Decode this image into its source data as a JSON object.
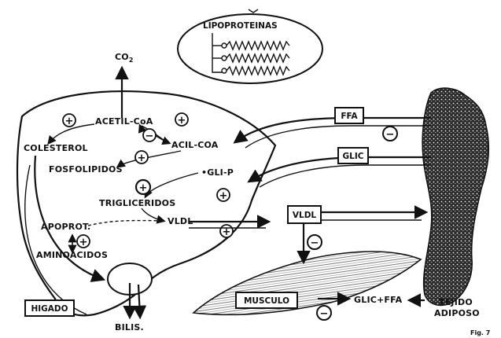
{
  "lipoproteinas_label": "LIPOPROTEINAS",
  "co2": "CO",
  "co2_sub": "2",
  "labels": {
    "acetil_coa": "ACETIL-CoA",
    "acil_coa": "ACIL-COA",
    "colesterol": "COLESTEROL",
    "fosfolipidos": "FOSFOLIPIDOS",
    "gli_p": "•GLI-P",
    "trigliceridos": "TRIGLICERIDOS",
    "vldl_liver": "VLDL",
    "apoprot": "APOPROT.",
    "aminoacidos": "AMINOACIDOS",
    "bilis": "BILIS.",
    "glic_ffa": "GLIC+FFA",
    "tejido": "TEJIDO",
    "adiposo": "ADIPOSO",
    "fig": "Fig. 7"
  },
  "boxes": {
    "higado": "HIGADO",
    "ffa": "FFA",
    "glic": "GLIC",
    "vldl": "VLDL",
    "musculo": "MUSCULO"
  },
  "signs": {
    "plus": "+",
    "minus": "−"
  }
}
